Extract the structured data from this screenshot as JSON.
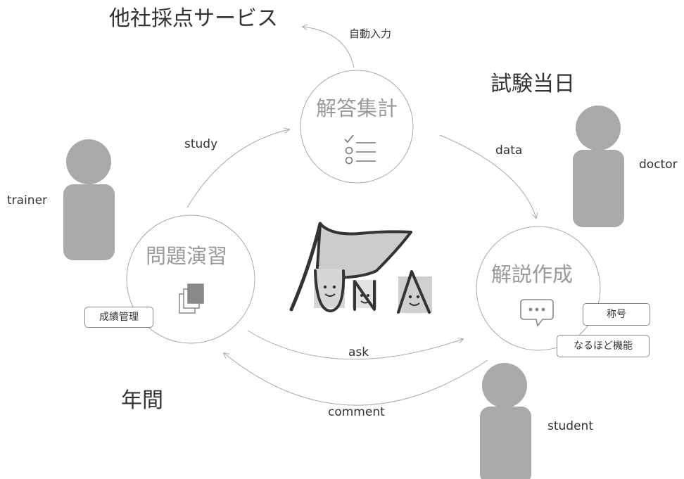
{
  "header": {
    "other_service": "他社採点サービス",
    "exam_day": "試験当日",
    "year_round": "年間"
  },
  "nodes": {
    "aggregate": {
      "title": "解答集計",
      "icon": "checklist-icon"
    },
    "practice": {
      "title": "問題演習",
      "icon": "stacked-pages-icon"
    },
    "explain": {
      "title": "解説作成",
      "icon": "chat-bubble-icon"
    }
  },
  "edges": {
    "auto_input": "自動入力",
    "study": "study",
    "data": "data",
    "ask": "ask",
    "comment": "comment"
  },
  "actors": {
    "trainer": "trainer",
    "doctor": "doctor",
    "student": "student"
  },
  "tags": {
    "grades": "成績管理",
    "title_badge": "称号",
    "i_see": "なるほど機能"
  },
  "logo": {
    "text": "FUNA"
  },
  "colors": {
    "line": "#a8a8a8",
    "person": "#aaaaaa",
    "flag": "#cccccc",
    "ink": "#333333"
  }
}
